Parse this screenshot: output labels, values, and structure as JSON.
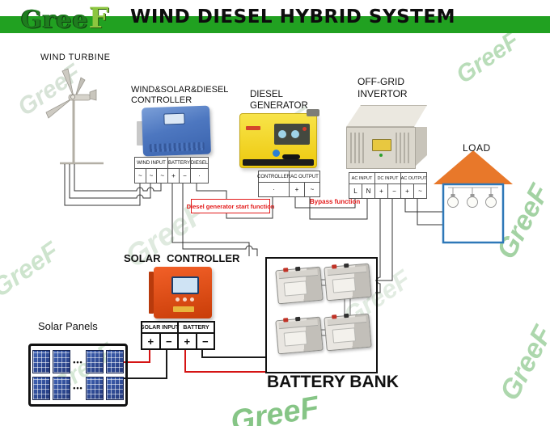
{
  "header": {
    "logo_part1": "Gree",
    "logo_part2": "F",
    "title": "WIND DIESEL HYBRID SYSTEM"
  },
  "watermark_text": "GreeF",
  "components": {
    "wind_turbine": {
      "label": "WIND TURBINE"
    },
    "wind_controller": {
      "label_line1": "WIND&SOLAR&DIESEL",
      "label_line2": "CONTROLLER",
      "sections": [
        {
          "name": "WIND INPUT",
          "cells": [
            "~",
            "~",
            "~"
          ]
        },
        {
          "name": "BATTERY",
          "cells": [
            "+",
            "−"
          ]
        },
        {
          "name": "DIESEL",
          "cells": [
            "·"
          ]
        }
      ]
    },
    "diesel_generator": {
      "label_line1": "DIESEL",
      "label_line2": "GENERATOR",
      "sections": [
        {
          "name": "CONTROLLER",
          "cells": [
            "·"
          ]
        },
        {
          "name": "AC OUTPUT",
          "cells": [
            "+",
            "~"
          ]
        }
      ]
    },
    "invertor": {
      "label_line1": "OFF-GRID",
      "label_line2": "INVERTOR",
      "sections": [
        {
          "name": "AC INPUT",
          "cells": [
            "L",
            "N"
          ]
        },
        {
          "name": "DC INPUT",
          "cells": [
            "+",
            "−"
          ]
        },
        {
          "name": "AC OUTPUT",
          "cells": [
            "+",
            "~"
          ]
        }
      ]
    },
    "load": {
      "label": "LOAD"
    },
    "solar_controller": {
      "label": "SOLAR CONTROLLER",
      "sections": [
        {
          "name": "SOLAR INPUT",
          "cells": [
            "+",
            "−"
          ]
        },
        {
          "name": "BATTERY",
          "cells": [
            "+",
            "−"
          ]
        }
      ]
    },
    "solar_panels": {
      "label": "Solar Panels",
      "dots": "•••"
    },
    "battery_bank": {
      "label": "BATTERY BANK"
    }
  },
  "annotations": {
    "diesel_start": "Diesel generator start function",
    "bypass": "Bypass function"
  },
  "colors": {
    "banner_green": "#21a121",
    "annotation_red": "#e31b1b",
    "wire_red": "#d51414",
    "roof_orange": "#e8782a",
    "house_border_blue": "#2e78b8",
    "controller_blue": "#4d77c0",
    "generator_yellow": "#f2d11e",
    "solar_controller_orange": "#e04a12",
    "solar_panel_blue": "#26407f"
  }
}
